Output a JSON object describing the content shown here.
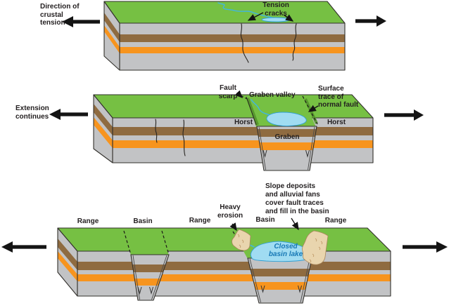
{
  "stage1": {
    "direction_label": "Direction of\ncrustal\ntension",
    "tension_cracks_label": "Tension\ncracks"
  },
  "stage2": {
    "extension_label": "Extension\ncontinues",
    "fault_scarp_label": "Fault\nscarp",
    "graben_valley_label": "Graben valley",
    "surface_trace_label": "Surface\ntrace of\nnormal fault",
    "horst_left_label": "Horst",
    "horst_right_label": "Horst",
    "graben_label": "Graben"
  },
  "stage3": {
    "range_left_label": "Range",
    "basin_left_label": "Basin",
    "range_middle_label": "Range",
    "heavy_erosion_label": "Heavy\nerosion",
    "basin_middle_label": "Basin",
    "slope_deposits_label": "Slope deposits\nand alluvial fans\ncover fault traces\nand fill in the basin",
    "range_right_label": "Range",
    "closed_basin_lake_label": "Closed\nbasin lake"
  },
  "colors": {
    "grass": "#76c043",
    "grass_shade": "#54922c",
    "rock_gray": "#c2c3c5",
    "layer_brown": "#8f6b40",
    "layer_orange": "#f7941e",
    "fan_tan": "#e9d5ae",
    "fan_edge": "#a8855a",
    "water": "#a0dcf2",
    "stream": "#3fb5e5",
    "outline": "#32302c",
    "arrow_black": "#141414",
    "text_dark": "#231f20",
    "lake_text_blue": "#1778b5"
  }
}
